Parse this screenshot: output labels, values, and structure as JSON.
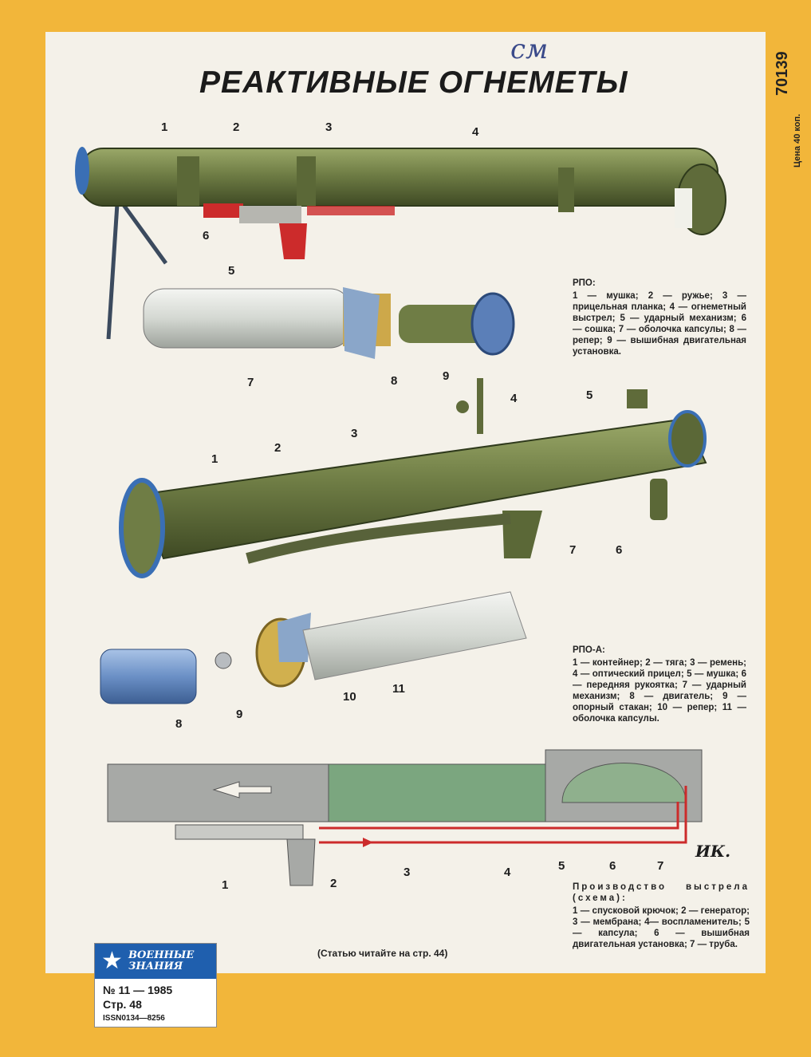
{
  "title": "РЕАКТИВНЫЕ ОГНЕМЕТЫ",
  "handwritten_note": "см",
  "side": {
    "code": "70139",
    "price": "Цена 40 коп."
  },
  "legend_rpo": {
    "heading": "РПО:",
    "text": "1 — мушка; 2 — ружье; 3 — прицельная планка; 4 — огнеметный выстрел; 5 — ударный механизм; 6 — сошка; 7 — оболочка капсулы; 8 — репер; 9 — вышибная двигательная установка."
  },
  "legend_rpoa": {
    "heading": "РПО-А:",
    "text": "1 — контейнер; 2 — тяга; 3 — ремень; 4 — оптический прицел; 5 — мушка; 6 — передняя рукоятка; 7 — ударный механизм; 8 — двигатель; 9 — опорный стакан; 10 — репер; 11 — оболочка капсулы."
  },
  "legend_shot": {
    "heading": "Производство выстрела (схема):",
    "text": "1 — спусковой крючок; 2 — генератор; 3 — мембрана; 4— воспламенитель; 5 — капсула; 6 — вышибная двигательная установка; 7 — труба."
  },
  "callout": "(Статью читайте на стр. 44)",
  "artist_mark": "ИК.",
  "badge": {
    "magazine": "Военные знания",
    "issue": "№ 11 — 1985",
    "page": "Стр. 48",
    "issn": "ISSN0134—8256"
  },
  "labels": {
    "rpo": [
      "1",
      "2",
      "3",
      "4",
      "5",
      "6",
      "7",
      "8",
      "9"
    ],
    "rpoa": [
      "1",
      "2",
      "3",
      "4",
      "5",
      "6",
      "7",
      "8",
      "9",
      "10",
      "11"
    ],
    "scheme": [
      "1",
      "2",
      "3",
      "4",
      "5",
      "6",
      "7"
    ]
  },
  "colors": {
    "background": "#f2b63a",
    "paper": "#f4f1e9",
    "tube_green": "#6f7d45",
    "trigger_red": "#cc2b2b",
    "capsule_silver": "#d9dcd6",
    "engine_blue": "#6b90c6",
    "brass": "#d1b04e",
    "badge_blue": "#1f5fae"
  }
}
